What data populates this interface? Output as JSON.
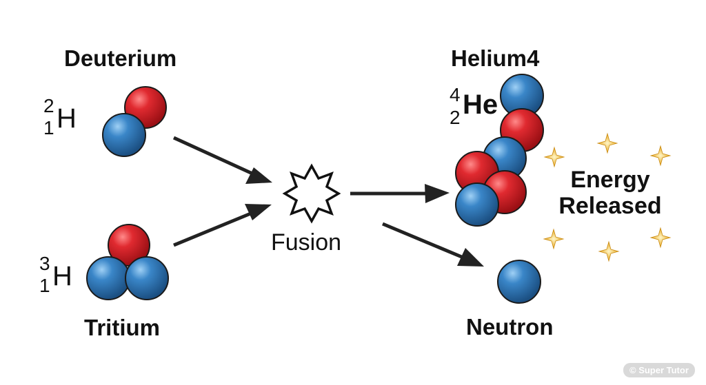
{
  "reactants": {
    "deuterium": {
      "name": "Deuterium",
      "symbol": "H",
      "mass_number": "2",
      "atomic_number": "1"
    },
    "tritium": {
      "name": "Tritium",
      "symbol": "H",
      "mass_number": "3",
      "atomic_number": "1"
    }
  },
  "process": {
    "label": "Fusion"
  },
  "products": {
    "helium": {
      "name": "Helium4",
      "symbol": "He",
      "mass_number": "4",
      "atomic_number": "2"
    },
    "neutron": {
      "name": "Neutron"
    }
  },
  "energy": {
    "line1": "Energy",
    "line2": "Released"
  },
  "watermark": "© Super Tutor",
  "colors": {
    "proton": "#d62028",
    "neutron": "#2f78b8",
    "arrow": "#222222",
    "sparkle": "#f2c230"
  }
}
